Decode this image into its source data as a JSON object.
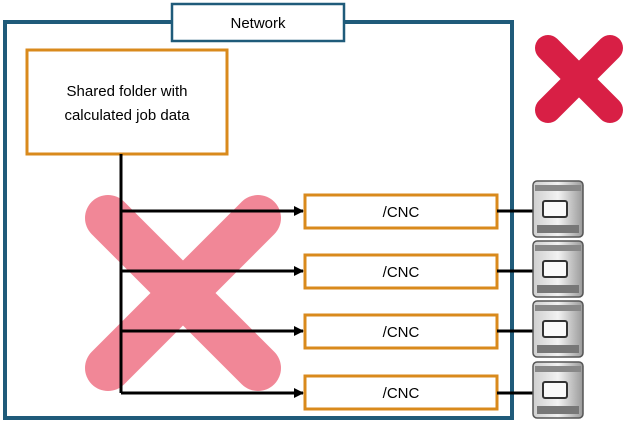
{
  "network": {
    "label": "Network"
  },
  "shared_folder": {
    "line1": "Shared folder with",
    "line2": "calculated job data"
  },
  "cnc_targets": [
    {
      "label": "/CNC"
    },
    {
      "label": "/CNC"
    },
    {
      "label": "/CNC"
    },
    {
      "label": "/CNC"
    }
  ],
  "colors": {
    "network_border": "#1f5b7a",
    "box_border": "#d98a1c",
    "cross_large": "#f07b8c",
    "cross_small": "#d81f45",
    "line": "#000000"
  },
  "icons": {
    "cross_large": "cross-mark-icon",
    "cross_small": "cross-mark-icon",
    "machine": "cnc-machine-icon"
  }
}
